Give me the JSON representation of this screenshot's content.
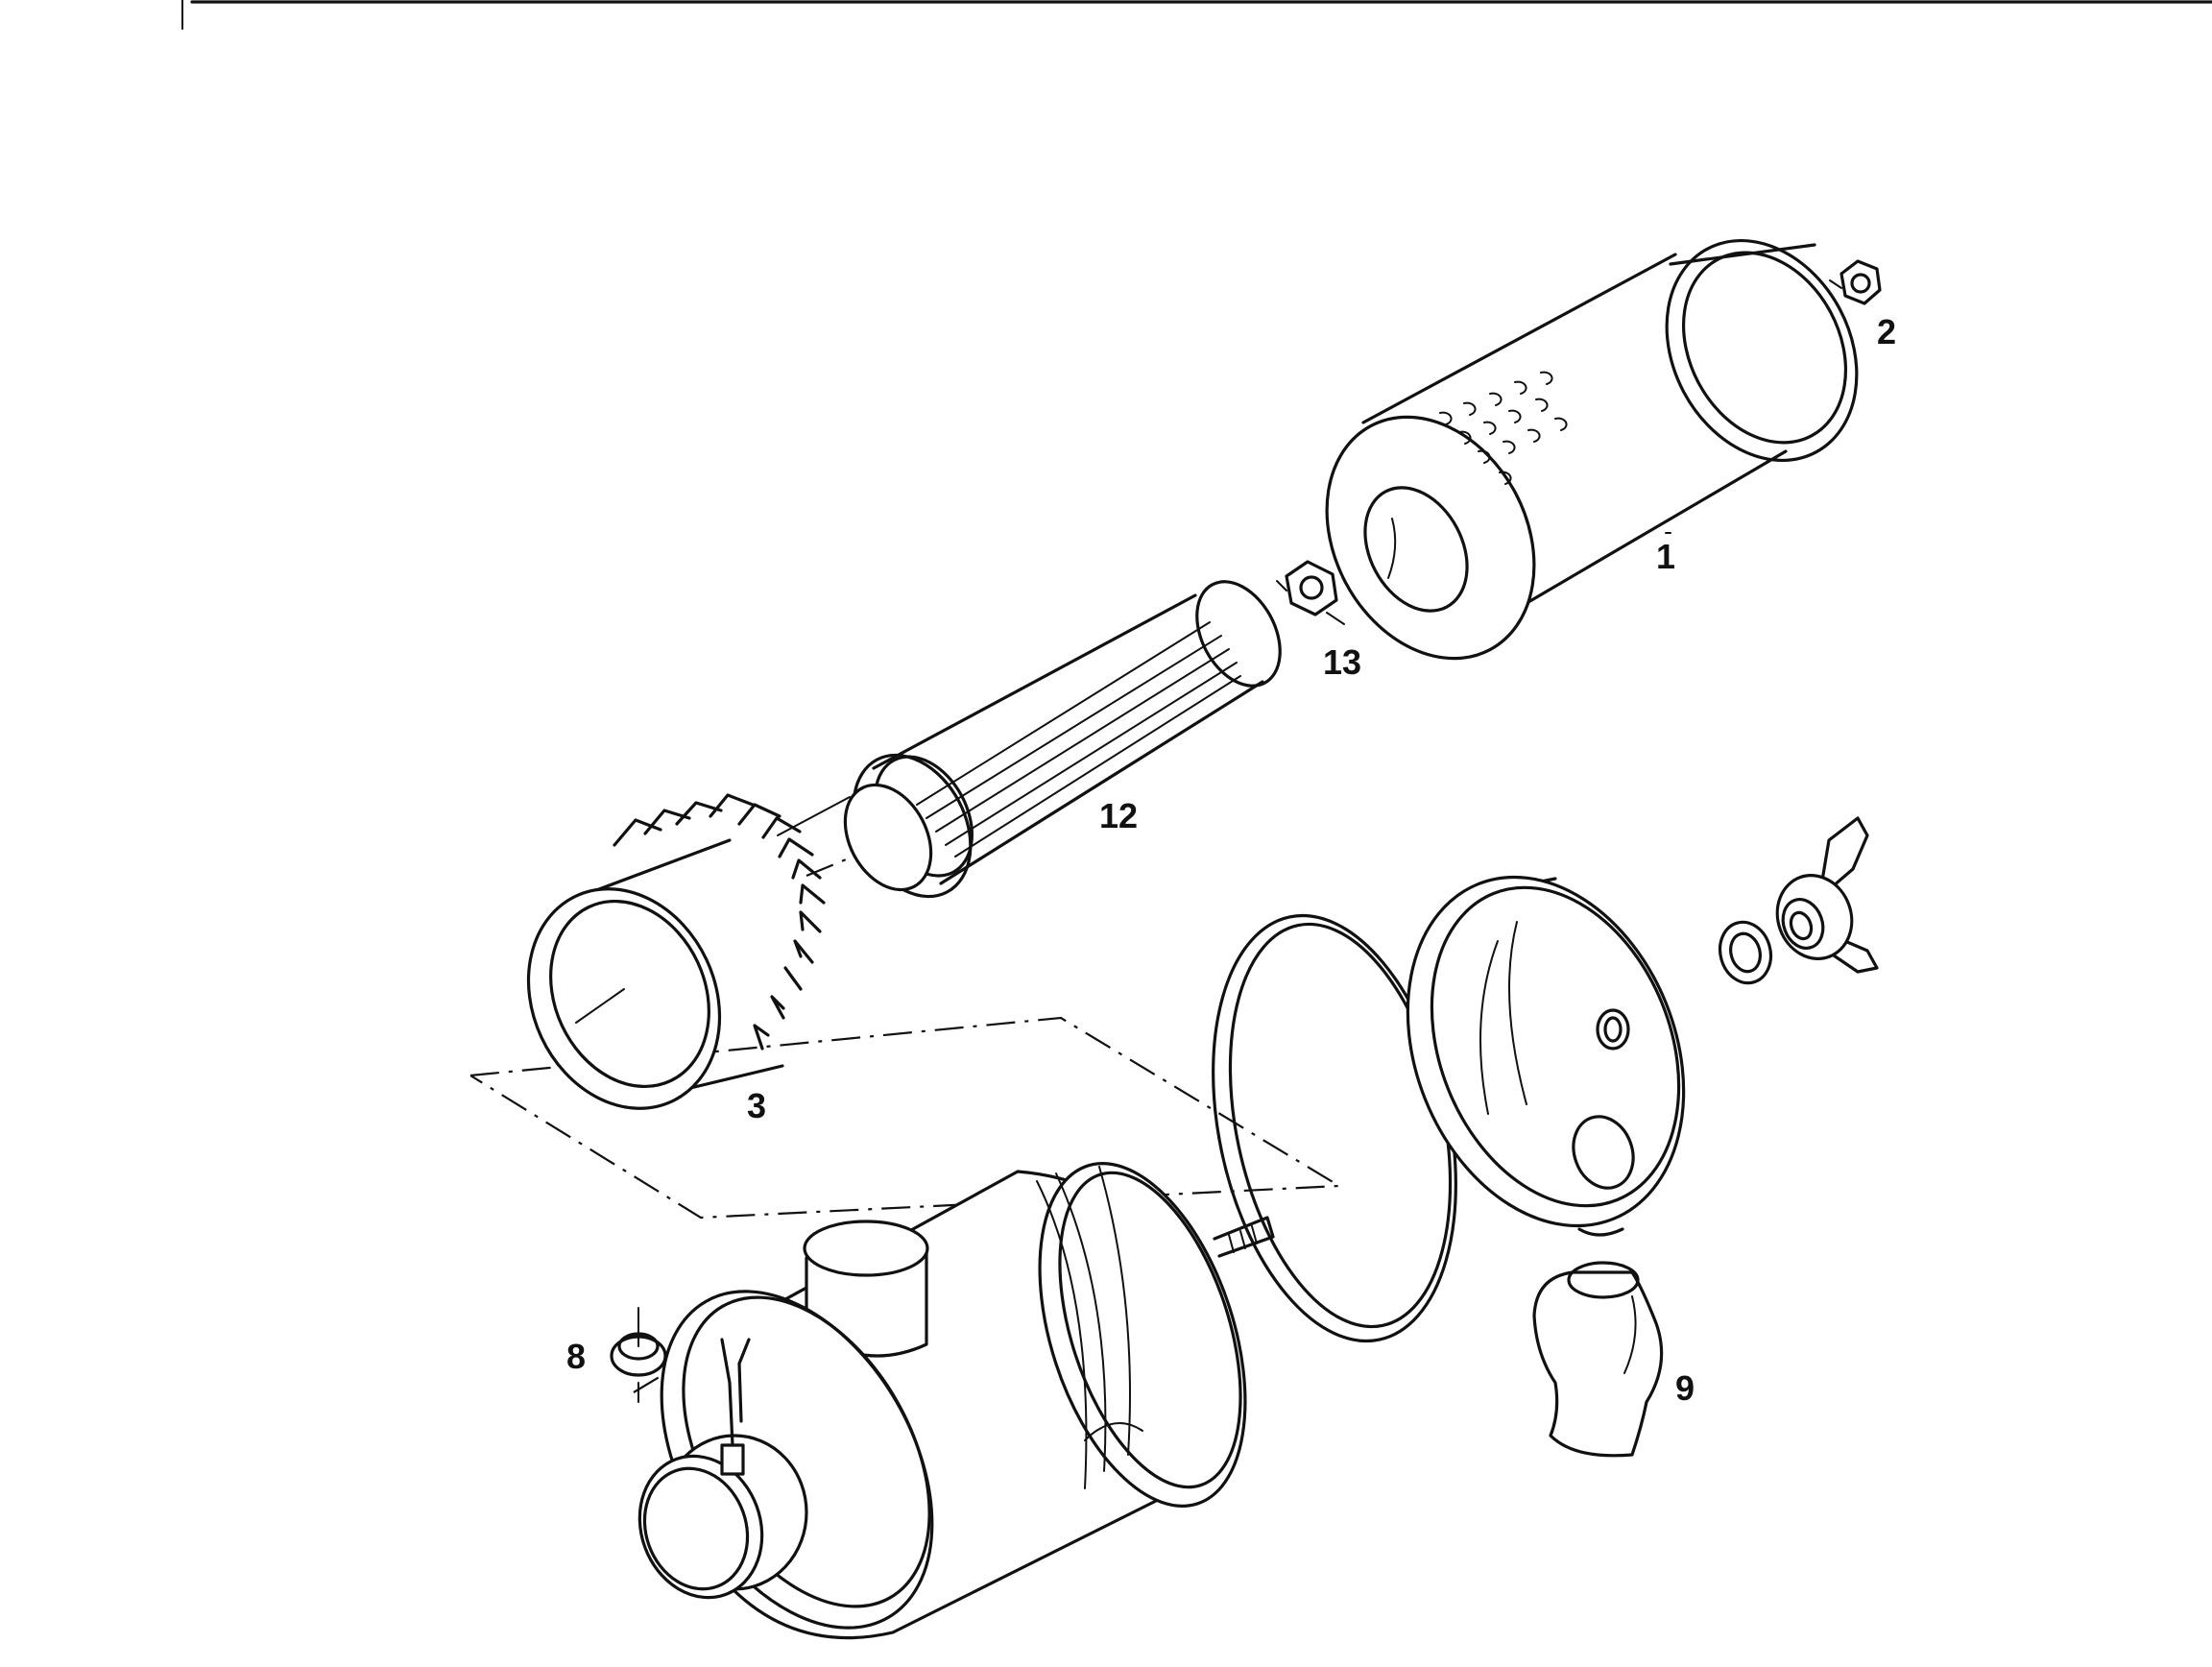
{
  "labels": {
    "part_1": "1",
    "part_2": "2",
    "part_3": "3",
    "part_8": "8",
    "part_9": "9",
    "part_12": "12",
    "part_13": "13"
  },
  "colors": {
    "line": "#111111",
    "background": "#ffffff"
  }
}
